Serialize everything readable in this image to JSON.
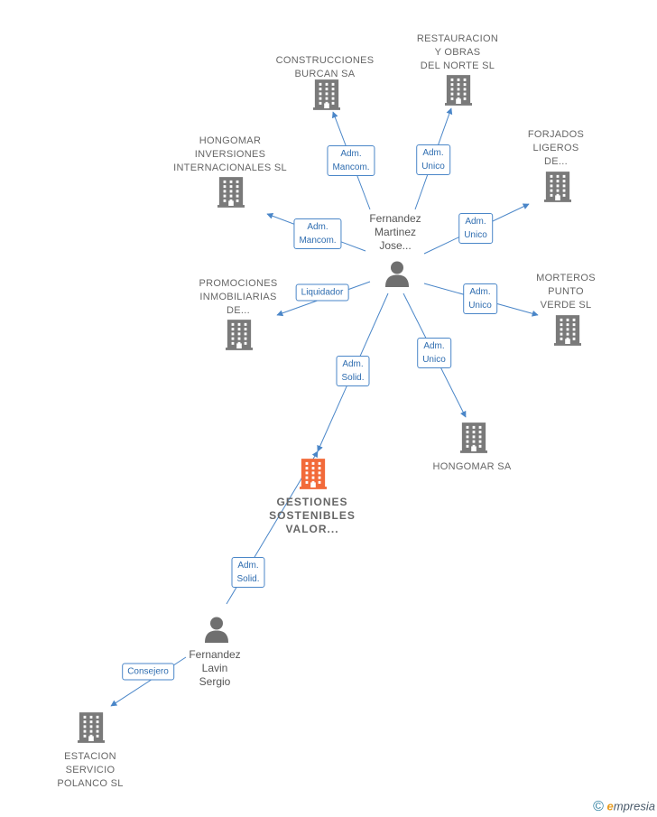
{
  "colors": {
    "line": "#4a86c8",
    "icon": "#7a7a7a",
    "focus": "#f26a3a"
  },
  "nodes": [
    {
      "id": "construcciones",
      "kind": "company",
      "label": "CONSTRUCCIONES\nBURCAN SA"
    },
    {
      "id": "restauracion",
      "kind": "company",
      "label": "RESTAURACION\nY OBRAS\nDEL NORTE SL"
    },
    {
      "id": "hongomar_inv",
      "kind": "company",
      "label": "HONGOMAR\nINVERSIONES\nINTERNACIONALES SL"
    },
    {
      "id": "forjados",
      "kind": "company",
      "label": "FORJADOS\nLIGEROS\nDE..."
    },
    {
      "id": "promociones",
      "kind": "company",
      "label": "PROMOCIONES\nINMOBILIARIAS\nDE..."
    },
    {
      "id": "morteros",
      "kind": "company",
      "label": "MORTEROS\nPUNTO\nVERDE SL"
    },
    {
      "id": "hongomar_sa",
      "kind": "company",
      "label": "HONGOMAR SA"
    },
    {
      "id": "gestiones",
      "kind": "focus",
      "label": "GESTIONES\nSOSTENIBLES\nVALOR..."
    },
    {
      "id": "estacion",
      "kind": "company",
      "label": "ESTACION\nSERVICIO\nPOLANCO SL"
    },
    {
      "id": "fernandez_martinez",
      "kind": "person",
      "label": "Fernandez\nMartinez\nJose..."
    },
    {
      "id": "fernandez_lavin",
      "kind": "person",
      "label": "Fernandez\nLavin\nSergio"
    }
  ],
  "edges": [
    {
      "from": "fernandez_martinez",
      "to": "construcciones",
      "role": "Adm.\nMancom."
    },
    {
      "from": "fernandez_martinez",
      "to": "restauracion",
      "role": "Adm.\nUnico"
    },
    {
      "from": "fernandez_martinez",
      "to": "hongomar_inv",
      "role": "Adm.\nMancom."
    },
    {
      "from": "fernandez_martinez",
      "to": "forjados",
      "role": "Adm.\nUnico"
    },
    {
      "from": "fernandez_martinez",
      "to": "promociones",
      "role": "Liquidador"
    },
    {
      "from": "fernandez_martinez",
      "to": "morteros",
      "role": "Adm.\nUnico"
    },
    {
      "from": "fernandez_martinez",
      "to": "hongomar_sa",
      "role": "Adm.\nUnico"
    },
    {
      "from": "fernandez_martinez",
      "to": "gestiones",
      "role": "Adm.\nSolid."
    },
    {
      "from": "fernandez_lavin",
      "to": "gestiones",
      "role": "Adm.\nSolid."
    },
    {
      "from": "fernandez_lavin",
      "to": "estacion",
      "role": "Consejero"
    }
  ],
  "footer": {
    "copyright": "©",
    "brand_initial": "e",
    "brand_rest": "mpresia"
  }
}
